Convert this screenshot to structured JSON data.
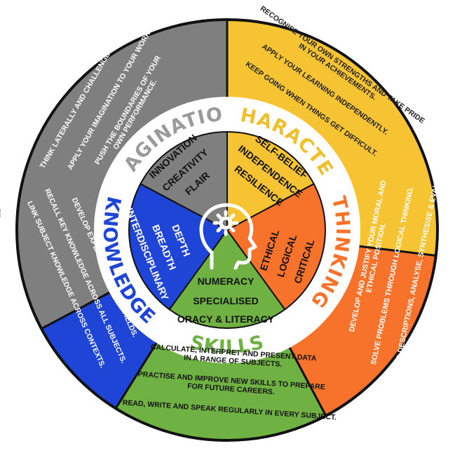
{
  "colors": {
    "imagination": "#7f7f7f",
    "character": "#f6c433",
    "thinking": "#f7732b",
    "skills": "#6fb142",
    "knowledge": "#1f45d6",
    "ring": "#ffffff",
    "outline": "#111111"
  },
  "sections": {
    "imagination": {
      "title": "IMAGINATION",
      "outer": [
        "THINK LATERALLY AND CHALLENGE CONVENTION.",
        "APPLY YOUR IMAGINATION TO YOUR WORK.",
        "PUSH THE BOUNDARIES OF YOUR",
        "OWN PERFORMANCE."
      ],
      "inner": [
        "INNOVATION",
        "CREATIVITY",
        "FLAIR"
      ]
    },
    "character": {
      "title": "CHARACTER",
      "outer": [
        "RECOGNISE YOUR OWN STRENGTHS AND TAKE PRIDE",
        "IN YOUR ACHIEVEMENTS.",
        "APPLY YOUR LEARNING INDEPENDENTLY.",
        "KEEP GOING WHEN THINGS GET DIFFICULT."
      ],
      "inner": [
        "SELF-BELIEF",
        "INDEPENDENCE",
        "RESILIENCE"
      ]
    },
    "thinking": {
      "title": "THINKING",
      "outer": [
        "DEVELOP AND JUSTIFY YOUR MORAL AND",
        "ETHICAL POSITION.",
        "SOLVE PROBLEMS THROUGH LOGICAL THINKING.",
        "GO BEYOND DESCRIPTIONS, ANALYSE, SYNTHESISE & EVALUATE."
      ],
      "inner": [
        "ETHICAL",
        "LOGICAL",
        "CRITICAL"
      ]
    },
    "skills": {
      "title": "SKILLS",
      "outer": [
        "CALCULATE, INTERPRET AND PRESENT DATA",
        "IN A RANGE OF SUBJECTS.",
        "PRACTISE AND IMPROVE NEW SKILLS TO PREPARE",
        "FOR FUTURE CAREERS.",
        "READ, WRITE AND SPEAK REGULARLY IN EVERY SUBJECT."
      ],
      "inner": [
        "NUMERACY",
        "SPECIALISED",
        "ORACY & LITERACY"
      ]
    },
    "knowledge": {
      "title": "KNOWLEDGE",
      "outer": [
        "DEVELOP EXPERTISE IN CHOSEN FIELDS.",
        "RECALL KEY KNOWLEDGE ACROSS ALL SUBJECTS.",
        "LINK SUBJECT KNOWLEDGE ACROSS CONTEXTS."
      ],
      "inner": [
        "DEPTH",
        "BREADTH",
        "INTERDISCIPLINARY"
      ]
    }
  },
  "center_icon": "head-with-gear-icon"
}
